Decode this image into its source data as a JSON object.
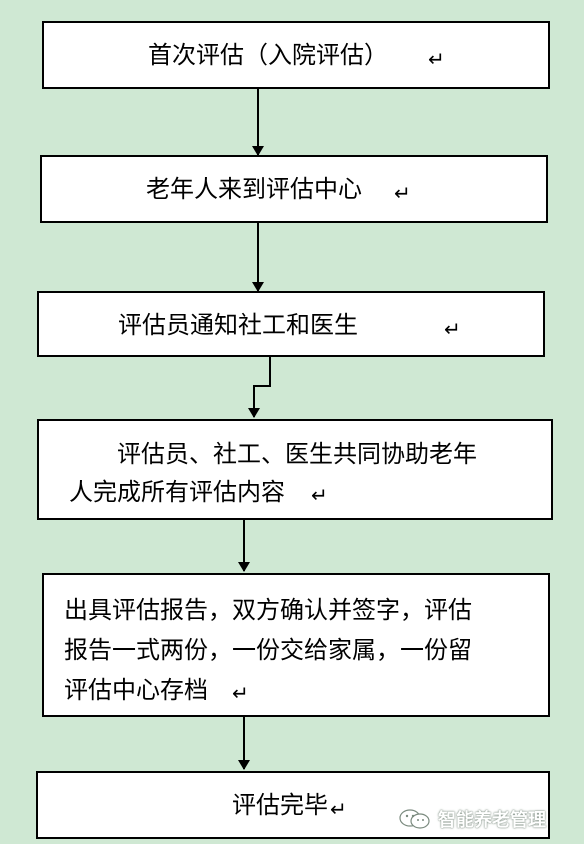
{
  "flowchart": {
    "steps": [
      {
        "lines": [
          "首次评估（入院评估）"
        ]
      },
      {
        "lines": [
          "老年人来到评估中心"
        ]
      },
      {
        "lines": [
          "评估员通知社工和医生"
        ]
      },
      {
        "lines": [
          "评估员、社工、医生共同协助老年",
          "人完成所有评估内容"
        ]
      },
      {
        "lines": [
          "出具评估报告，双方确认并签字，评估",
          "报告一式两份，一份交给家属，一份留",
          "评估中心存档"
        ]
      },
      {
        "lines": [
          "评估完毕"
        ]
      }
    ],
    "paragraph_mark": "↵"
  },
  "watermark": {
    "text": "智能养老管理",
    "icon": "wechat-icon"
  },
  "colors": {
    "background": "#cfe8d3",
    "box_fill": "#ffffff",
    "stroke": "#000000"
  }
}
